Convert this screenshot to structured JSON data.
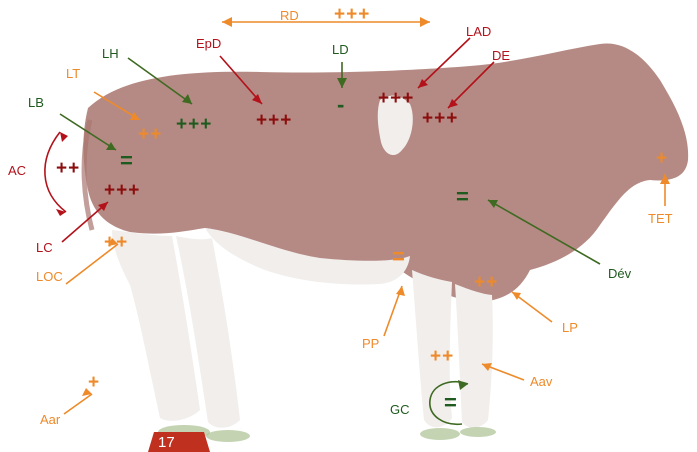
{
  "colors": {
    "red": "#b3121b",
    "orange": "#ee8a2a",
    "green": "#3f6a22",
    "darkgreen": "#1f5a1f",
    "darkred": "#8b0d0d",
    "coat_brown": "#a8766f",
    "coat_white": "#f1eeec",
    "page_badge": "#c0301f"
  },
  "labels": {
    "RD": "RD",
    "LAD": "LAD",
    "DE": "DE",
    "EpD": "EpD",
    "LD": "LD",
    "LH": "LH",
    "LT": "LT",
    "LB": "LB",
    "AC": "AC",
    "LC": "LC",
    "LOC": "LOC",
    "TET": "TET",
    "Dev": "Dév",
    "PP": "PP",
    "LP": "LP",
    "Aav": "Aav",
    "GC": "GC",
    "Aar": "Aar"
  },
  "symbols": {
    "RD": "+++",
    "LAD": "+++",
    "DE": "+++",
    "EpD": "+++",
    "LD": "-",
    "LH": "+++",
    "LT": "++",
    "LB": "=",
    "AC": "++",
    "LC": "+++",
    "LOC": "++",
    "TET": "+",
    "Dev": "=",
    "PP": "=",
    "LP": "++",
    "Aav": "++",
    "GC": "=",
    "Aar": "+"
  },
  "page_number": "17"
}
